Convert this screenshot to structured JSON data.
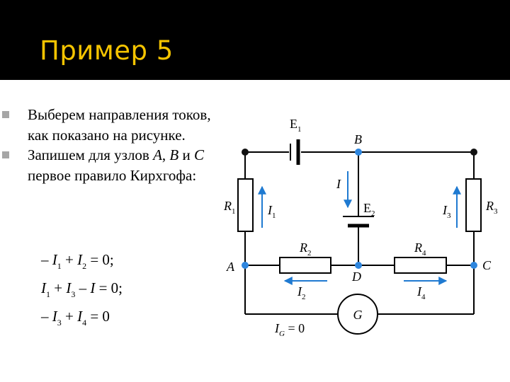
{
  "slide": {
    "title": "Пример 5",
    "bullets": [
      {
        "parts": [
          {
            "t": "Выберем направления токов, как показано на рисунке.",
            "i": false
          }
        ]
      },
      {
        "parts": [
          {
            "t": "Запишем для узлов ",
            "i": false
          },
          {
            "t": "A",
            "i": true
          },
          {
            "t": ", ",
            "i": false
          },
          {
            "t": "B",
            "i": true
          },
          {
            "t": " и ",
            "i": false
          },
          {
            "t": "C",
            "i": true
          },
          {
            "t": " первое правило Кирхгофа:",
            "i": false
          }
        ]
      }
    ],
    "equations": [
      [
        {
          "t": "– ",
          "k": "op"
        },
        {
          "t": "I",
          "k": "var"
        },
        {
          "t": "1",
          "k": "sub"
        },
        {
          "t": " + ",
          "k": "op"
        },
        {
          "t": "I",
          "k": "var"
        },
        {
          "t": "2",
          "k": "sub"
        },
        {
          "t": " = 0;",
          "k": "op"
        }
      ],
      [
        {
          "t": "I",
          "k": "var"
        },
        {
          "t": "1",
          "k": "sub"
        },
        {
          "t": " + ",
          "k": "op"
        },
        {
          "t": "I",
          "k": "var"
        },
        {
          "t": "3",
          "k": "sub"
        },
        {
          "t": " – ",
          "k": "op"
        },
        {
          "t": "I",
          "k": "var"
        },
        {
          "t": " = 0;",
          "k": "op"
        }
      ],
      [
        {
          "t": "– ",
          "k": "op"
        },
        {
          "t": "I",
          "k": "var"
        },
        {
          "t": "3",
          "k": "sub"
        },
        {
          "t": " + ",
          "k": "op"
        },
        {
          "t": "I",
          "k": "var"
        },
        {
          "t": "4",
          "k": "sub"
        },
        {
          "t": " = 0",
          "k": "op"
        }
      ]
    ]
  },
  "circuit": {
    "emf": {
      "e1": {
        "main": "E",
        "sub": "1"
      },
      "e2": {
        "main": "E",
        "sub": "2"
      }
    },
    "resistors": {
      "r1": {
        "main": "R",
        "sub": "1"
      },
      "r2": {
        "main": "R",
        "sub": "2"
      },
      "r3": {
        "main": "R",
        "sub": "3"
      },
      "r4": {
        "main": "R",
        "sub": "4"
      }
    },
    "currents": {
      "i": {
        "main": "I",
        "sub": ""
      },
      "i1": {
        "main": "I",
        "sub": "1"
      },
      "i2": {
        "main": "I",
        "sub": "2"
      },
      "i3": {
        "main": "I",
        "sub": "3"
      },
      "i4": {
        "main": "I",
        "sub": "4"
      },
      "ig": {
        "main": "I",
        "sub": "G",
        "rest": " = 0"
      }
    },
    "nodes": {
      "a": "A",
      "b": "B",
      "c": "C",
      "d": "D"
    },
    "galvanometer": "G",
    "colors": {
      "wire": "#000000",
      "arrow": "#1f7ad1",
      "node": "#2e86de",
      "junction": "#111111",
      "title": "#f5c400",
      "bullet": "#a6a6a6"
    }
  }
}
